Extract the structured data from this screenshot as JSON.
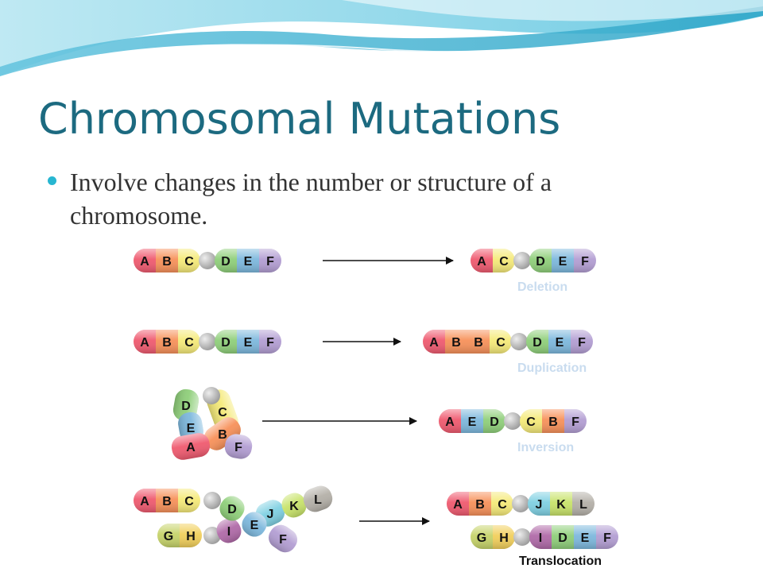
{
  "slide": {
    "title": "Chromosomal Mutations",
    "bullet": "Involve changes in the number or structure of a chromosome."
  },
  "theme": {
    "title_color": "#1c6a80",
    "bullet_color": "#27b6d1",
    "wave_colors": [
      "#c8ecf4",
      "#8fd6e8",
      "#49b7d3"
    ],
    "segment_colors": {
      "A": "#ef5a6f",
      "B": "#f7915a",
      "C": "#f5ea79",
      "D": "#8fcf7a",
      "E": "#7db8dd",
      "F": "#b39ed3",
      "G": "#c6d36a",
      "H": "#f1cf5b",
      "I": "#b06aa8",
      "J": "#7fd0e2",
      "K": "#c8e36a",
      "L": "#b4b0a8"
    },
    "centromere_color": "#b8b8b8",
    "faded_label_color": "#c9dcef"
  },
  "mutations": [
    {
      "name": "deletion",
      "label": "Deletion",
      "before": [
        [
          "A",
          "B",
          "C"
        ],
        [
          "D",
          "E",
          "F"
        ]
      ],
      "after": [
        [
          "A",
          "C"
        ],
        [
          "D",
          "E",
          "F"
        ]
      ]
    },
    {
      "name": "duplication",
      "label": "Duplication",
      "before": [
        [
          "A",
          "B",
          "C"
        ],
        [
          "D",
          "E",
          "F"
        ]
      ],
      "after": [
        [
          "A",
          "B",
          "B",
          "C"
        ],
        [
          "D",
          "E",
          "F"
        ]
      ]
    },
    {
      "name": "inversion",
      "label": "Inversion",
      "before_letters": [
        "D",
        "C",
        "E",
        "B",
        "A",
        "F"
      ],
      "after": [
        [
          "A",
          "E",
          "D"
        ],
        [
          "C",
          "B",
          "F"
        ]
      ]
    },
    {
      "name": "translocation",
      "label": "Translocation",
      "before_chromosomes": [
        [
          "A",
          "B",
          "C",
          "D",
          "E",
          "F"
        ],
        [
          "G",
          "H",
          "I",
          "J",
          "K",
          "L"
        ]
      ],
      "after": [
        [
          [
            "A",
            "B",
            "C"
          ],
          [
            "J",
            "K",
            "L"
          ]
        ],
        [
          [
            "G",
            "H"
          ],
          [
            "I",
            "D",
            "E",
            "F"
          ]
        ]
      ]
    }
  ]
}
